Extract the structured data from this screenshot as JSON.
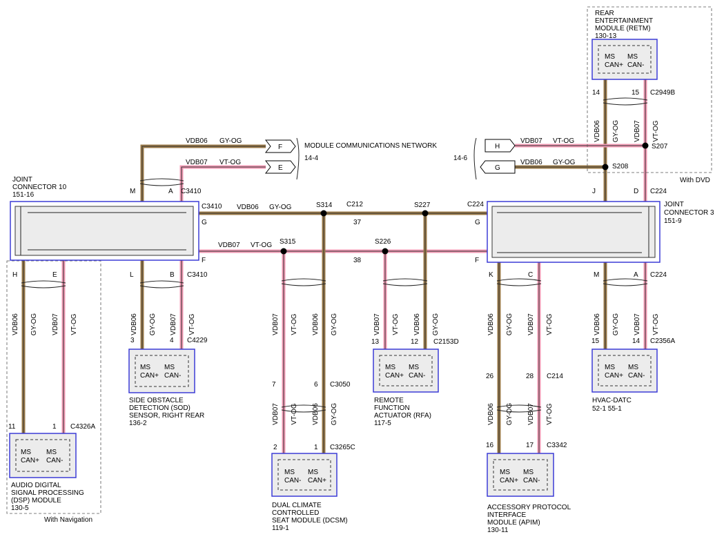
{
  "network": {
    "title": "MODULE COMMUNICATIONS NETWORK",
    "ref_left": "14-4",
    "ref_right": "14-6"
  },
  "wires": {
    "vdb06": "VDB06",
    "vdb07": "VDB07",
    "gy_og": "GY-OG",
    "vt_og": "VT-OG",
    "colors": {
      "gy_og": "#9b7b4a",
      "vt_og": "#f29ab4",
      "core": "#333333"
    }
  },
  "flags": {
    "f": "F",
    "e": "E",
    "h": "H",
    "g": "G"
  },
  "joint_connector_10": {
    "title": "JOINT\nCONNECTOR 10",
    "title_l1": "JOINT",
    "title_l2": "CONNECTOR 10",
    "ref": "151-16"
  },
  "joint_connector_3": {
    "title_l1": "JOINT",
    "title_l2": "CONNECTOR 3",
    "ref": "151-9"
  },
  "connectors": {
    "c3410": "C3410",
    "c212": "C212",
    "c224": "C224",
    "c2949b": "C2949B",
    "c4229": "C4229",
    "c4326a": "C4326A",
    "c3050": "C3050",
    "c3265c": "C3265C",
    "c2153d": "C2153D",
    "c214": "C214",
    "c3342": "C3342",
    "c2356a": "C2356A"
  },
  "splices": {
    "s314": "S314",
    "s315": "S315",
    "s227": "S227",
    "s226": "S226",
    "s207": "S207",
    "s208": "S208"
  },
  "pins": {
    "m": "M",
    "a": "A",
    "g": "G",
    "f": "F",
    "h": "H",
    "e": "E",
    "l": "L",
    "b": "B",
    "j": "J",
    "d": "D",
    "k": "K",
    "c": "C",
    "n37": "37",
    "n38": "38",
    "n14": "14",
    "n15": "15",
    "n3": "3",
    "n4": "4",
    "n11": "11",
    "n1": "1",
    "n7": "7",
    "n6": "6",
    "n2": "2",
    "n13": "13",
    "n12": "12",
    "n26": "26",
    "n28": "28",
    "n16": "16",
    "n17": "17"
  },
  "modules": {
    "retm": {
      "l1": "REAR",
      "l2": "ENTERTAINMENT",
      "l3": "MODULE (RETM)",
      "ref": "130-13"
    },
    "sod": {
      "l1": "SIDE OBSTACLE",
      "l2": "DETECTION (SOD)",
      "l3": "SENSOR, RIGHT REAR",
      "ref": "136-2"
    },
    "dsp": {
      "l1": "AUDIO DIGITAL",
      "l2": "SIGNAL PROCESSING",
      "l3": "(DSP) MODULE",
      "ref": "130-5"
    },
    "dcsm": {
      "l1": "DUAL CLIMATE",
      "l2": "CONTROLLED",
      "l3": "SEAT MODULE (DCSM)",
      "ref": "119-1"
    },
    "rfa": {
      "l1": "REMOTE",
      "l2": "FUNCTION",
      "l3": "ACTUATOR (RFA)",
      "ref": "117-5"
    },
    "apim": {
      "l1": "ACCESSORY PROTOCOL",
      "l2": "INTERFACE",
      "l3": "MODULE (APIM)",
      "ref": "130-11"
    },
    "hvac": {
      "l1": "HVAC-DATC",
      "ref": "52-1   55-1"
    }
  },
  "can": {
    "ms": "MS",
    "plus": "CAN+",
    "minus": "CAN-"
  },
  "options": {
    "with_dvd": "With DVD",
    "with_navigation": "With Navigation"
  }
}
